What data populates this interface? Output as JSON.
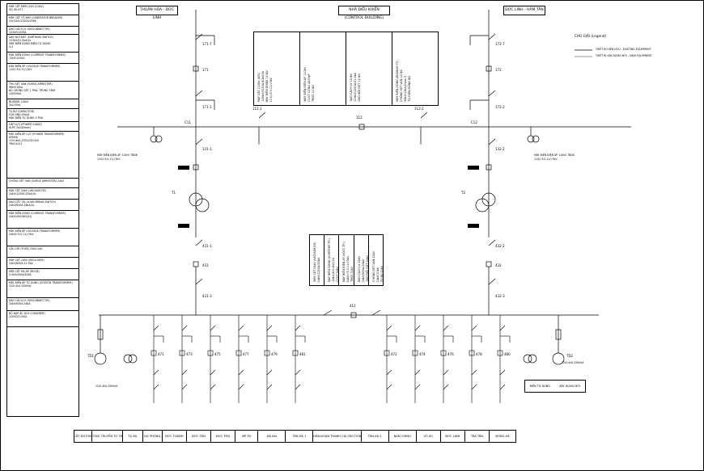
{
  "legend_rows": [
    {
      "lines": [
        "MÁY CẮT ĐIỆN (GIS 110kV)",
        "IEC 60-871"
      ],
      "h": 14
    },
    {
      "lines": [
        "MÁY CẮT TỔ MÁY (GENERATOR BREAKER)",
        "24/12kV/1250A/25kA"
      ],
      "h": 14
    },
    {
      "lines": [
        "DAO CÁCH LY (DISCONNECTOR)",
        "123kV/1250A"
      ],
      "h": 10
    },
    {
      "lines": [
        "DAO NỐI ĐẤT (EARTHING SWITCH)",
        "123kV/31.5kA/1s",
        "MÁY BIẾN DÒNG ĐIỆN TỰ DÙNG",
        "Q-1"
      ],
      "h": 22
    },
    {
      "lines": [
        "MÁY BIẾN DÒNG (CURRENT TRANSFORMER)",
        "72kV/1250A"
      ],
      "h": 14
    },
    {
      "lines": [
        "MÁY BIẾN ÁP (VOLTAGE TRANSFORMER)",
        "110/√3:0.11/√3kV"
      ],
      "h": 22
    },
    {
      "lines": [
        "THU SÉT VAN (SURGE ARRESTER)",
        "96kV/10kA",
        "BỘ CHỐNG SÉT 1 PHA, TRUNG TÍNH",
        "12kV/5kA"
      ],
      "h": 22
    },
    {
      "lines": [
        "BUSBAR 110kV",
        "3x1250A"
      ],
      "h": 12
    },
    {
      "lines": [
        "TỤ BÙ (CAPACITOR)",
        "CDS-5ND-50A/A",
        "MÁY BIẾN TỰ DÙNG 3 PHA"
      ],
      "h": 16
    },
    {
      "lines": [
        "CÁP LỰC (POWER CABLE)",
        "XLPE 3x240mm2"
      ],
      "h": 12
    },
    {
      "lines": [
        "MÁY BIẾN ÁP LỰC (POWER TRANSFORMER)",
        "63MVA",
        "115±8x1.25%/23/11kV",
        "YNd11d11"
      ],
      "h": 58
    },
    {
      "lines": [
        "CHỐNG SÉT VAN (SURGE ARRESTER) 24kV"
      ],
      "h": 12
    },
    {
      "lines": [
        "MÁY CẮT 24kV (VACUUM CB)",
        "24kV/1250A-25kA/3s"
      ],
      "h": 14
    },
    {
      "lines": [
        "DAO CẮT TẢI (LOAD BREAK SWITCH)",
        "24kV/630A-16kA/1s"
      ],
      "h": 14
    },
    {
      "lines": [
        "MÁY BIẾN DÒNG (CURRENT TRANSFORMER)",
        "24kV/400-800/1A"
      ],
      "h": 22
    },
    {
      "lines": [
        "MÁY BIẾN ÁP (VOLTAGE TRANSFORMER)",
        "24kV/√3:0.11/√3kV"
      ],
      "h": 22
    },
    {
      "lines": [
        "CẦU CHÌ (FUSE) 24kV-20A"
      ],
      "h": 14
    },
    {
      "lines": [
        "MÁY CẮT 24kV (RECLOSER)",
        "24kV/630A-12.5kA"
      ],
      "h": 14
    },
    {
      "lines": [
        "MÁY CẮT HẠ ÁP (MCCB)",
        "0.4kV/400A/50kA"
      ],
      "h": 14
    },
    {
      "lines": [
        "MÁY BIẾN ÁP TỰ DÙNG (STATION TRANSFORMER)",
        "22/0.4kV-250kVA"
      ],
      "h": 22
    },
    {
      "lines": [
        "DAO CÁCH LY (DISCONNECTOR)",
        "24kV/630A-16kA"
      ],
      "h": 16
    },
    {
      "lines": [
        "BỘ NẠP ẮC QUY (CHARGER)",
        "220VDC/100A"
      ],
      "h": 20
    }
  ],
  "headers": {
    "left_line": "THUẬN HÒA - ĐỨC LINH",
    "center": "NHÀ ĐIỀU KHIỂN (CONTROL BUILDING)",
    "right_line": "ĐỨC LINH - HÀM TÂN"
  },
  "legend_box": {
    "title": "CHÚ GIẢI (Legend)",
    "items": [
      "THIẾT BỊ HIỆN HỮU - EXISTING EQUIPMENT",
      "THIẾT BỊ XÂY DỰNG MỚI - NEW EQUIPMENT"
    ]
  },
  "equipment_top": [
    [
      "MÁY CẮT 110kV (GIS)",
      "145kV/3150A/40kA/3s",
      "MÁY BIẾN DÒNG 110kV",
      "110/√3:0.11/√3kV"
    ],
    [
      "MÁY BIẾN ĐIỆN ÁP 110kV",
      "CCVT 123kV 4400pF",
      "TBGS 110kV"
    ],
    [
      "DAO CÁCH LY 110kV",
      "123kV/1250A/31.5kA",
      "DAO NỐI ĐẤT 110kV"
    ],
    [
      "MÁY BIẾN DÒNG (BUSBAR CT)",
      "CHỐNG SÉT VAN 110kV",
      "96kV/10kA/Class 3",
      "TỤ ĐIỆN ĐỒNG BỘ"
    ]
  ],
  "equipment_mid": [
    [
      "MÁY CẮT 24kV (VACUUM CB)",
      "24kV/1250A/25kA"
    ],
    [
      "MÁY BIẾN DÒNG (CURRENT TR.)",
      "24kV/400-800/1A",
      "CCVT 24kV"
    ],
    [
      "MÁY BIẾN ĐIỆN ÁP (VOLT. TR.)",
      "24kV/√3:0.11/√3kV",
      "TBGS 22kV"
    ],
    [
      "DAO CÁCH LY 24kV",
      "24kV/630A/16kA",
      "DAO NỐI ĐẤT 24kV"
    ],
    [
      "CHỐNG SÉT VAN 22kV",
      "24kV/10kA",
      "TỤ BÙ 22kV"
    ]
  ],
  "diagram_labels": {
    "line_bay_left_1": "171-7",
    "line_bay_left_2": "171",
    "line_bay_left_3": "171-1",
    "line_bay_left_4": "131-1",
    "bus_left": "C11",
    "tie_left": "112-1",
    "tie_mid": "112",
    "tie_right": "112-2",
    "bus_right": "C12",
    "line_bay_right_1": "172-7",
    "line_bay_right_2": "172",
    "line_bay_right_3": "172-2",
    "line_bay_right_4": "132-2",
    "t1": "T1",
    "t2": "T2",
    "vt_left": "MÁY BIẾN ĐIỆN ÁP 110kV TBDK",
    "vt_left_2": "110/√3:0.11/√3kV",
    "vt_right": "MÁY BIẾN ĐIỆN ÁP 110kV TBDK",
    "vt_right_2": "110/√3:0.11/√3kV",
    "lv_left_1": "431-1",
    "lv_left_2": "431",
    "lv_left_3": "431-3",
    "lv_right_1": "432-2",
    "lv_right_2": "432",
    "lv_right_3": "432-3",
    "bus_tie": "412",
    "td1": "TD1",
    "td2": "TD2",
    "td1_rating": "22/0.4kV-250kVA",
    "td2_rating": "22/0.4kV-250kVA",
    "feeder_left": [
      "471",
      "473",
      "475",
      "477",
      "479",
      "481"
    ],
    "feeder_right": [
      "472",
      "474",
      "476",
      "478",
      "480"
    ],
    "box_right_1": "BIẾN TỰ DÙNG",
    "box_right_2": "XÂY DỰNG MỚI"
  },
  "bottom_bar": [
    "MÁY CẮT ĐƯỜNG DÂY",
    "ĐƯỜNG TRUYỀN TỪ TRẠM",
    "TỤ BÙ",
    "DỰ PHÒNG",
    "ĐỨC THÀNH",
    "ĐỨC TÂN",
    "ĐỨC PHÚ",
    "MÊ PU",
    "ĐA KAI",
    "TÂN HÀ 1",
    "PHÂN ĐOẠN THANH CÁI (SECTION)",
    "TÂN HÀ 2",
    "NAM CHÍNH",
    "VÕ XU",
    "ĐỨC LINH",
    "TRÀ TÂN",
    "ĐÔNG HÀ"
  ]
}
